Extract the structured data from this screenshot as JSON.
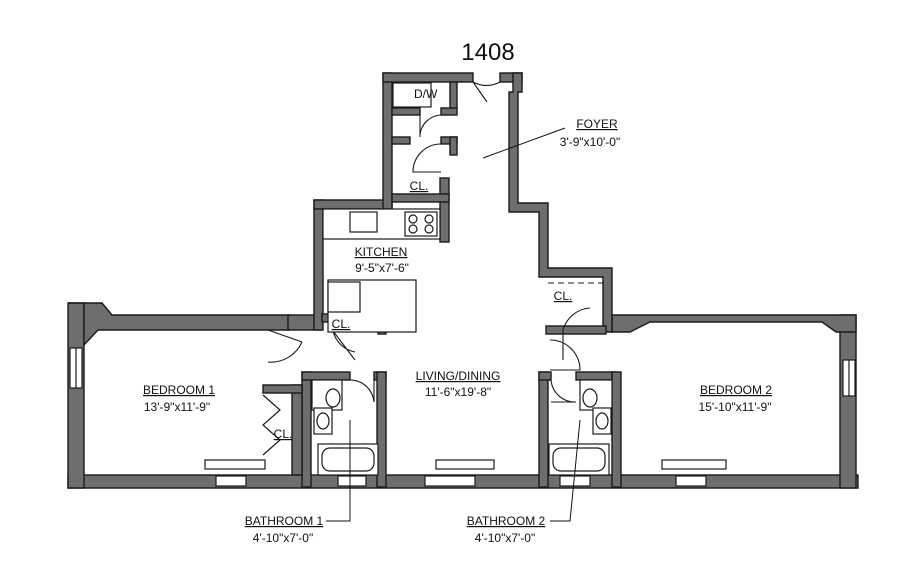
{
  "unit_number": "1408",
  "rooms": {
    "foyer": {
      "name": "FOYER",
      "size": "3'-9\"x10'-0\""
    },
    "dishwasher": {
      "name": "D/W"
    },
    "closet_foyer": {
      "name": "CL."
    },
    "kitchen": {
      "name": "KITCHEN",
      "size": "9'-5\"x7'-6\""
    },
    "closet_kitchen": {
      "name": "CL."
    },
    "closet_bedroom2": {
      "name": "CL."
    },
    "closet_bedroom1": {
      "name": "CL."
    },
    "living": {
      "name": "LIVING/DINING",
      "size": "11'-6\"x19'-8\""
    },
    "bedroom1": {
      "name": "BEDROOM 1",
      "size": "13'-9\"x11'-9\""
    },
    "bedroom2": {
      "name": "BEDROOM 2",
      "size": "15'-10\"x11'-9\""
    },
    "bathroom1": {
      "name": "BATHROOM 1",
      "size": "4'-10\"x7'-0\""
    },
    "bathroom2": {
      "name": "BATHROOM 2",
      "size": "4'-10\"x7'-0\""
    }
  }
}
